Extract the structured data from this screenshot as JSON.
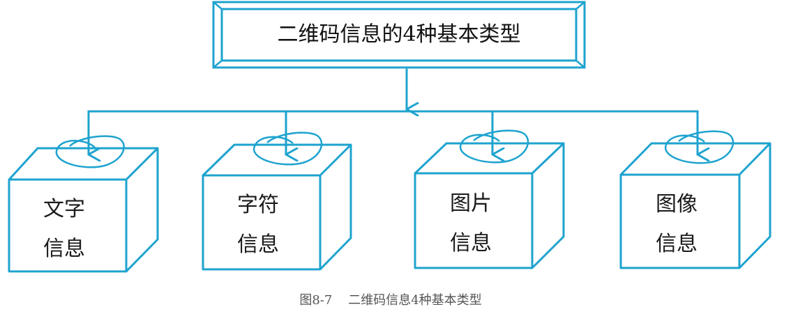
{
  "title": "二维码信息的4种基本类型",
  "caption": "图8-7    二维码信息4种基本类型",
  "boxes": [
    {
      "line1": "文字",
      "line2": "信息"
    },
    {
      "line1": "字符",
      "line2": "信息"
    },
    {
      "line1": "图片",
      "line2": "信息"
    },
    {
      "line1": "图像",
      "line2": "信息"
    }
  ],
  "colors": {
    "stroke": "#1ea3cf",
    "text": "#1a1a1a"
  }
}
